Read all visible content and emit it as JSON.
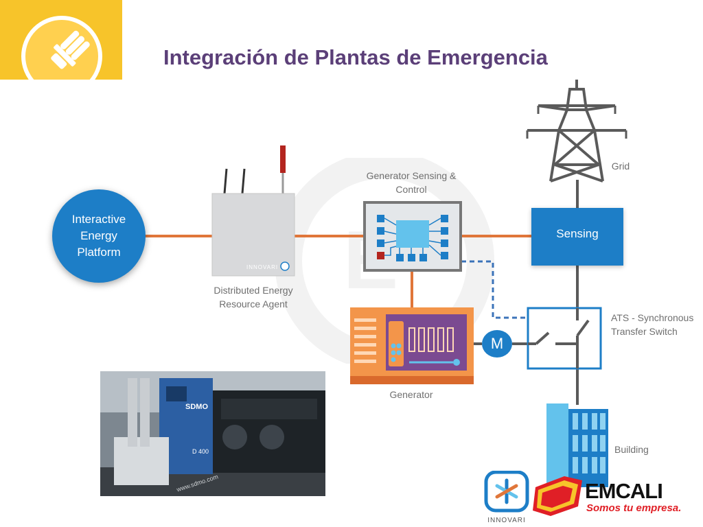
{
  "slide": {
    "title": "Integración de Plantas de Emergencia"
  },
  "nodes": {
    "platform": "Interactive Energy Platform",
    "platform_lines": [
      "Interactive",
      "Energy",
      "Platform"
    ],
    "dera_label_lines": [
      "Distributed Energy",
      "Resource Agent"
    ],
    "dera_brand": "INNOVARI",
    "gsc_label_lines": [
      "Generator Sensing &",
      "Control"
    ],
    "generator_label": "Generator",
    "grid_label": "Grid",
    "sensing_label": "Sensing",
    "ats_label_lines": [
      "ATS - Synchronous",
      "Transfer Switch"
    ],
    "motor_label": "M",
    "building_label": "Building"
  },
  "photo": {
    "brand": "SDMO",
    "model": "D 400",
    "url_text": "www.sdmo.com"
  },
  "logos": {
    "innovari": "INNOVARI",
    "emcali": "EMCALI",
    "emcali_tagline": "Somos tu empresa."
  },
  "colors": {
    "title": "#5b3f78",
    "accent_yellow": "#f7c42a",
    "node_blue": "#1d7ec7",
    "link_orange": "#e0763a",
    "line_gray": "#5a5a5a",
    "dashed_blue": "#3b73b9"
  }
}
